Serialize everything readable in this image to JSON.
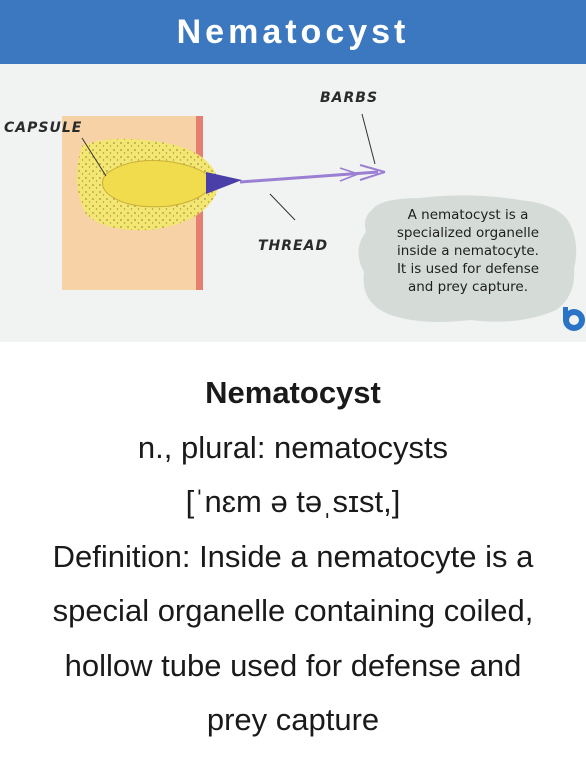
{
  "banner": {
    "title": "Nematocyst"
  },
  "diagram": {
    "labels": {
      "barbs": "BARBS",
      "capsule": "CAPSULE",
      "thread": "THREAD"
    },
    "note_lines": [
      "A nematocyst is a",
      "specialized organelle",
      "inside a nematocyte.",
      "It is used for defense",
      "and prey capture."
    ],
    "colors": {
      "tissue": "#f6d2a6",
      "tissue_edge": "#e57f72",
      "capsule_outer": "#f3e672",
      "capsule_inner": "#f1dc4e",
      "thread": "#9a7fd3",
      "tip": "#4a3fa8",
      "note_bg": "#d5dcd8"
    },
    "icons": [
      "site-logo-icon"
    ]
  },
  "definition": {
    "term": "Nematocyst",
    "plural": "n., plural: nematocysts",
    "pronunciation": "[ˈnɛm ə təˌsɪst,]",
    "lines": [
      "Definition: Inside a nematocyte is a",
      "special organelle containing coiled,",
      "hollow tube used for defense and",
      "prey capture"
    ]
  }
}
